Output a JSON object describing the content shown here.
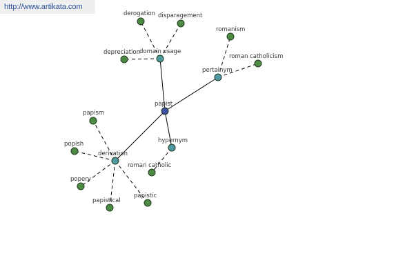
{
  "watermark": "http://www.artikata.com",
  "colors": {
    "center": "#3d4f9e",
    "relation": "#4f9aa0",
    "leaf": "#4d8a44"
  },
  "nodes": {
    "center": "papist",
    "domain_usage": "domain usage",
    "pertainym": "pertainym",
    "hypernym": "hypernym",
    "derivation": "derivation",
    "derogation": "derogation",
    "disparagement": "disparagement",
    "depreciation": "depreciation",
    "romanism": "romanism",
    "roman_catholicism": "roman catholicism",
    "roman_catholic": "roman catholic",
    "papism": "papism",
    "popish": "popish",
    "popery": "popery",
    "papistical": "papistical",
    "papistic": "papistic"
  }
}
